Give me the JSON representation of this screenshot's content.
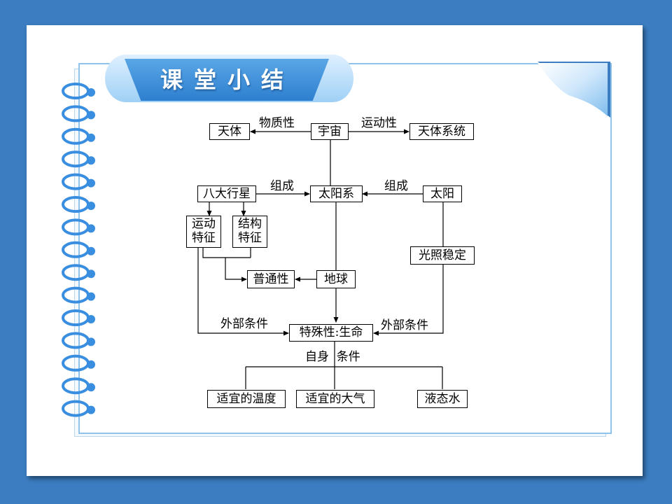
{
  "header": {
    "title": "课堂小结"
  },
  "nodes": {
    "tianti": "天体",
    "yuzhou": "宇宙",
    "tianti_xitong": "天体系统",
    "bada_xingxing": "八大行星",
    "taiyangxi": "太阳系",
    "taiyang": "太阳",
    "yundong_tezheng_1": "运动",
    "yundong_tezheng_2": "特征",
    "jiegou_tezheng_1": "结构",
    "jiegou_tezheng_2": "特征",
    "guangzhao_wending": "光照稳定",
    "putongxing": "普通性",
    "diqiu": "地球",
    "teshuxing_shengming": "特殊性:生命",
    "shiyi_wendu": "适宜的温度",
    "shiyi_daqi": "适宜的大气",
    "yetai_shui": "液态水"
  },
  "edge_labels": {
    "wuzhixing": "物质性",
    "yundongxing": "运动性",
    "zucheng_left": "组成",
    "zucheng_right": "组成",
    "waibu_tiaojian_left": "外部条件",
    "waibu_tiaojian_right": "外部条件",
    "zishen_tiaojian": "自身  条件"
  },
  "colors": {
    "background": "#3b7dc0",
    "title_blue": "#2d7fcf",
    "page_border": "#8fc3ec",
    "ring_blue": "#3a8ee0"
  }
}
